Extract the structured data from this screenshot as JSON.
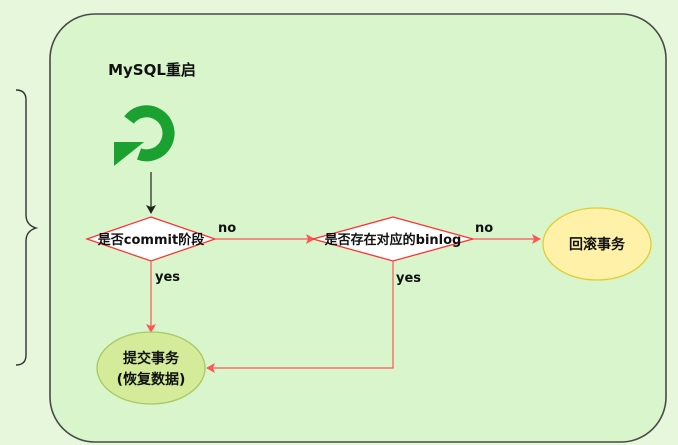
{
  "diagram": {
    "title": "MySQL重启",
    "colors": {
      "page_bg": "#e6f7dc",
      "container_fill": "#d8f5cc",
      "container_stroke": "#4a4a4a",
      "decision_stroke": "#ff3333",
      "decision_fill": "#ffffff",
      "arrow_red": "#ff5555",
      "arrow_dark": "#222222",
      "restart_icon": "#1aa130",
      "rollback_fill": "#fff2a8",
      "rollback_stroke": "#e2cc33",
      "commit_fill": "#d4eb9a",
      "commit_stroke": "#a8c865"
    },
    "nodes": {
      "restart_icon": "refresh-icon",
      "decision_commit": "是否commit阶段",
      "decision_binlog": "是否存在对应的binlog",
      "rollback": "回滚事务",
      "commit_line1": "提交事务",
      "commit_line2": "(恢复数据)"
    },
    "edges": {
      "commit_no": "no",
      "commit_yes": "yes",
      "binlog_no": "no",
      "binlog_yes": "yes"
    }
  }
}
